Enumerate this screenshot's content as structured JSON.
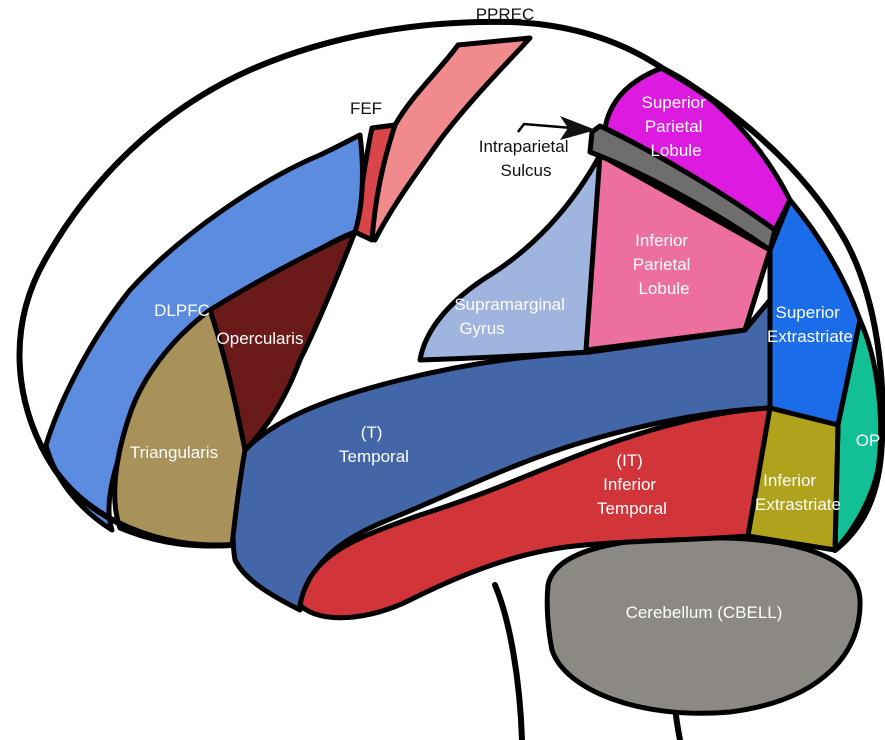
{
  "colors": {
    "pprec": "#f08a8d",
    "fef": "#d9454b",
    "dlpfc": "#5b8ce0",
    "opercularis": "#6b1a1a",
    "triangularis": "#a8925a",
    "temporal": "#4366a8",
    "inferior_temporal": "#d1353a",
    "supramarginal": "#a0b4e0",
    "inferior_parietal": "#ec6f9f",
    "superior_parietal": "#dc1ae0",
    "intraparietal": "#6e6e6e",
    "superior_extrastriate": "#1a6ce8",
    "inferior_extrastriate": "#b0a21c",
    "op": "#13bf94",
    "cerebellum": "#8c8984"
  },
  "labels": {
    "pprec": "PPREC",
    "fef": "FEF",
    "intraparietal": [
      "Intraparietal",
      "Sulcus"
    ],
    "superior_parietal": [
      "Superior",
      "Parietal",
      "Lobule"
    ],
    "inferior_parietal": [
      "Inferior",
      "Parietal",
      "Lobule"
    ],
    "supramarginal": [
      "Supramarginal",
      "Gyrus"
    ],
    "dlpfc": "DLPFC",
    "opercularis": "Opercularis",
    "triangularis": "Triangularis",
    "temporal": [
      "(T)",
      "Temporal"
    ],
    "inferior_temporal": [
      "(IT)",
      "Inferior",
      "Temporal"
    ],
    "superior_extrastriate": [
      "Superior",
      "Extrastriate"
    ],
    "inferior_extrastriate": [
      "Inferior",
      "Extrastriate"
    ],
    "op": "OP",
    "cerebellum": "Cerebellum (CBELL)"
  }
}
